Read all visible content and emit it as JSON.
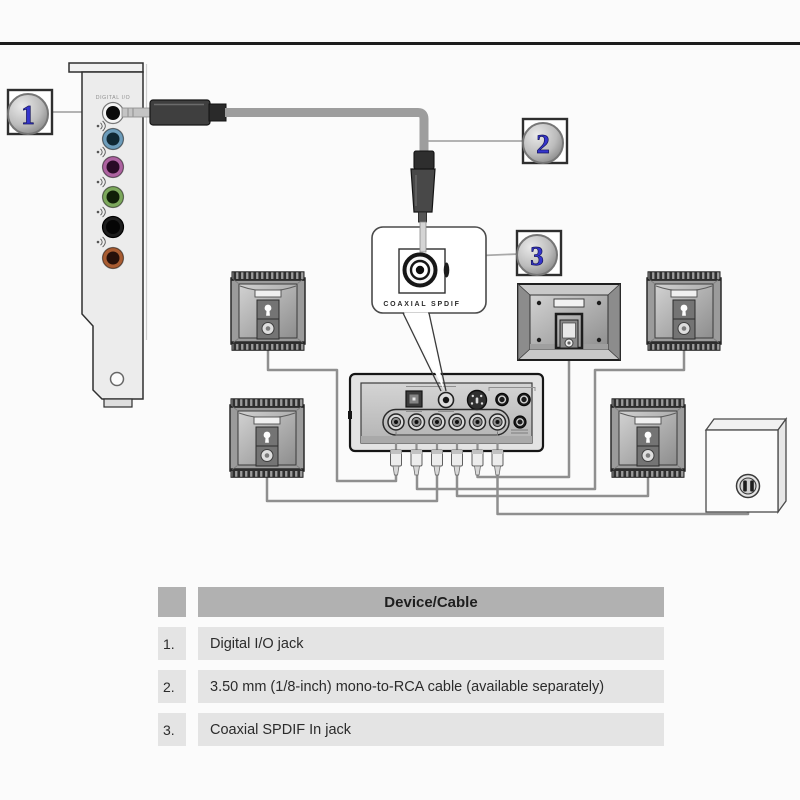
{
  "diagram": {
    "bracket": {
      "label": "DIGITAL I/O",
      "jack_ring_colors": [
        "#f5f5f5",
        "#6d9cba",
        "#ad62a0",
        "#7ca85c",
        "#1d1d1d",
        "#a85c32"
      ]
    },
    "bubble": {
      "label": "COAXIAL SPDIF"
    },
    "callouts": [
      {
        "num": "1"
      },
      {
        "num": "2"
      },
      {
        "num": "3"
      }
    ],
    "accent_blue": "#3535cd"
  },
  "table": {
    "header": "Device/Cable",
    "rows": [
      {
        "num": "1.",
        "text": "Digital I/O jack"
      },
      {
        "num": "2.",
        "text": "3.50 mm (1/8-inch) mono-to-RCA cable (available separately)"
      },
      {
        "num": "3.",
        "text": "Coaxial SPDIF In jack"
      }
    ]
  }
}
